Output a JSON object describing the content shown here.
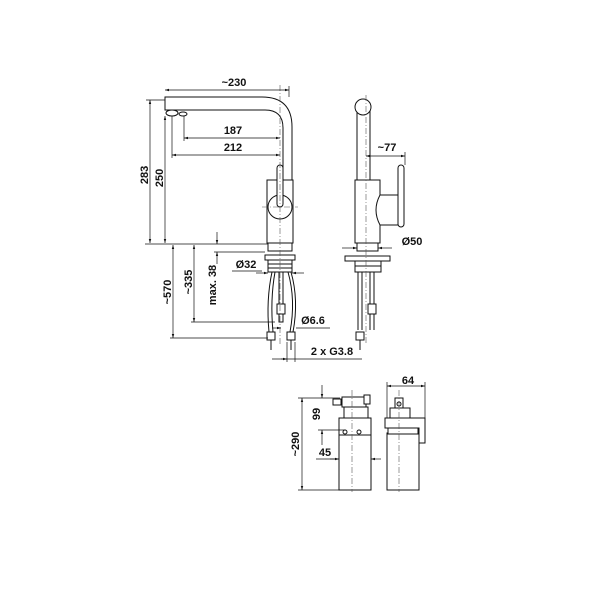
{
  "drawing": {
    "front_view": {
      "spout_reach": "~230",
      "aerator_to_axis_short": "187",
      "aerator_to_axis_long": "212",
      "total_height": "283",
      "spout_height": "250",
      "hose_length": "~570",
      "tail_length": "~335",
      "max_deck_thickness": "max. 38",
      "mounting_hole": "Ø32",
      "hose_diameter": "Ø6.6",
      "connection_thread": "2 x G3.8"
    },
    "side_view": {
      "handle_offset": "~77",
      "base_diameter": "Ø50"
    },
    "valve_unit": {
      "height": "~290",
      "top_height": "99",
      "width": "45",
      "depth": "64"
    }
  }
}
